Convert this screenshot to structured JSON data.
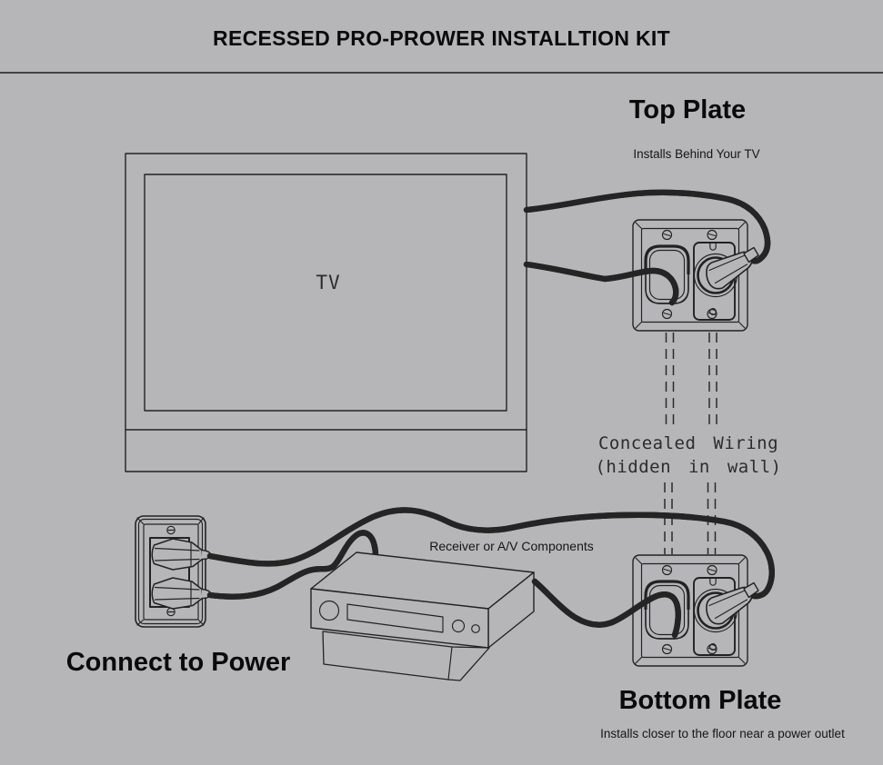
{
  "page": {
    "background_color": "#b6b6b9",
    "line_color": "#222222",
    "text_color": "#0a0a0a"
  },
  "header": {
    "title": "RECESSED PRO-PROWER INSTALLTION KIT"
  },
  "tv": {
    "label": "TV"
  },
  "top_plate": {
    "heading": "Top Plate",
    "subtext": "Installs Behind Your TV"
  },
  "concealed_wiring": {
    "line1": "Concealed Wiring",
    "line2": "(hidden in wall)"
  },
  "receiver": {
    "label": "Receiver or A/V Components"
  },
  "power": {
    "heading": "Connect to Power"
  },
  "bottom_plate": {
    "heading": "Bottom Plate",
    "subtext": "Installs closer to the floor near a power outlet"
  }
}
